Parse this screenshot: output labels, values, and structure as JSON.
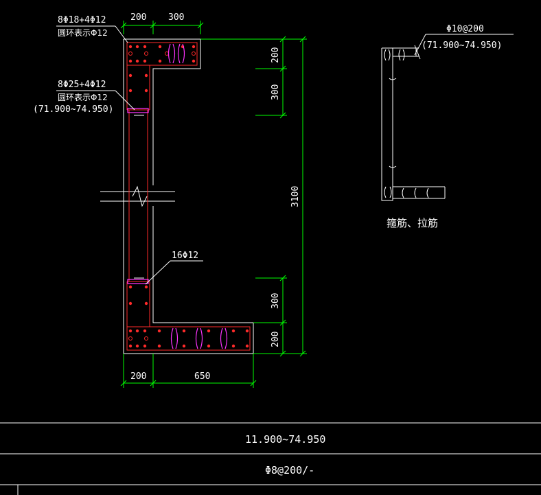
{
  "section": {
    "top_label_line1": "8Φ18+4Φ12",
    "top_label_line2": "圆环表示Φ12",
    "mid_label_line1": "8Φ25+4Φ12",
    "mid_label_line2": "圆环表示Φ12",
    "mid_label_line3": "(71.900~74.950)",
    "bottom_label": "16Φ12",
    "dims": {
      "top_left": "200",
      "top_right": "300",
      "right_top_1": "200",
      "right_top_2": "300",
      "right_total": "3100",
      "right_bottom_1": "300",
      "right_bottom_2": "200",
      "bottom_left": "200",
      "bottom_right": "650"
    }
  },
  "stirrup_detail": {
    "label_line1": "Φ10@200",
    "label_line2": "(71.900~74.950)",
    "caption": "箍筋、拉筋"
  },
  "table": {
    "row1": "11.900~74.950",
    "row2": "Φ8@200/-"
  },
  "colors": {
    "concrete": "#ffffff",
    "rebar": "#ff2a2a",
    "tie": "#ff33ff",
    "dimension": "#00ff00",
    "text": "#ffffff"
  }
}
